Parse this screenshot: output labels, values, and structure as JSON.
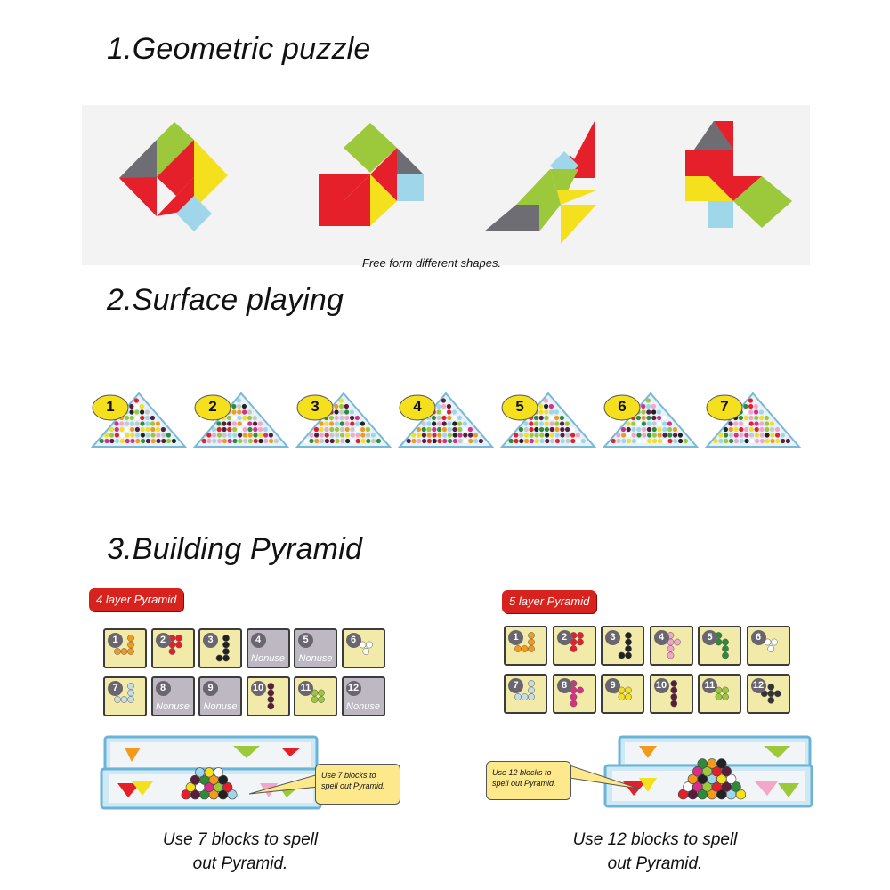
{
  "section1": {
    "heading": "1.Geometric puzzle",
    "caption": "Free form different shapes."
  },
  "section2": {
    "heading": "2.Surface playing",
    "boards": [
      "1",
      "2",
      "3",
      "4",
      "5",
      "6",
      "7"
    ]
  },
  "section3": {
    "heading": "3.Building Pyramid",
    "left": {
      "tag": "4 layer Pyramid",
      "cards": [
        {
          "num": "1",
          "note": ""
        },
        {
          "num": "2",
          "note": ""
        },
        {
          "num": "3",
          "note": ""
        },
        {
          "num": "4",
          "note": "Nonuse"
        },
        {
          "num": "5",
          "note": "Nonuse"
        },
        {
          "num": "6",
          "note": ""
        },
        {
          "num": "7",
          "note": ""
        },
        {
          "num": "8",
          "note": "Nonuse"
        },
        {
          "num": "9",
          "note": "Nonuse"
        },
        {
          "num": "10",
          "note": ""
        },
        {
          "num": "11",
          "note": ""
        },
        {
          "num": "12",
          "note": "Nonuse"
        }
      ],
      "callout": "Use 7 blocks to spell out Pyramid.",
      "caption_line1": "Use 7 blocks to spell",
      "caption_line2": "out Pyramid."
    },
    "right": {
      "tag": "5 layer Pyramid",
      "cards": [
        {
          "num": "1",
          "note": ""
        },
        {
          "num": "2",
          "note": ""
        },
        {
          "num": "3",
          "note": ""
        },
        {
          "num": "4",
          "note": ""
        },
        {
          "num": "5",
          "note": ""
        },
        {
          "num": "6",
          "note": ""
        },
        {
          "num": "7",
          "note": ""
        },
        {
          "num": "8",
          "note": ""
        },
        {
          "num": "9",
          "note": ""
        },
        {
          "num": "10",
          "note": ""
        },
        {
          "num": "11",
          "note": ""
        },
        {
          "num": "12",
          "note": ""
        }
      ],
      "callout": "Use 12 blocks to spell out Pyramid.",
      "caption_line1": "Use 12 blocks to spell",
      "caption_line2": "out Pyramid."
    }
  },
  "colors": {
    "red": "#e5202a",
    "yellow": "#f4e01c",
    "green": "#9cc83b",
    "blue": "#9fd6ea",
    "gray": "#6f6d74",
    "orange": "#f39a1d",
    "purple": "#5a1d3c",
    "pink": "#f2a6c8"
  }
}
